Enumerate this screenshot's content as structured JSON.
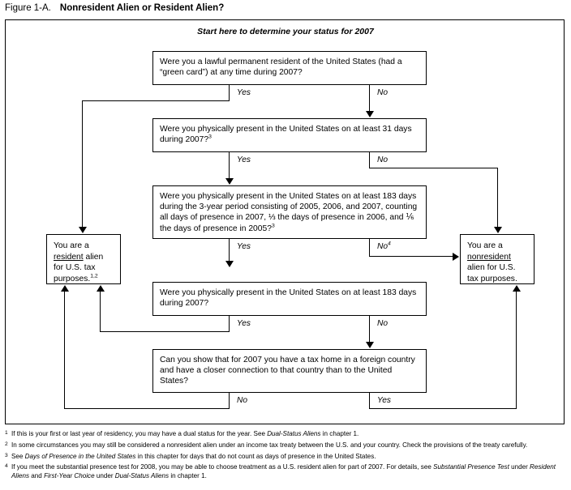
{
  "caption": {
    "number": "Figure 1-A.",
    "title": "Nonresident Alien or Resident Alien?"
  },
  "start_note": "Start here to determine your status for 2007",
  "boxes": {
    "q1": {
      "id": "green-card-question",
      "text": "Were you a lawful permanent resident of the United States (had a “green card”) at any time during 2007?",
      "yes": "Yes",
      "no": "No"
    },
    "q2": {
      "id": "31-days-question",
      "text": "Were you physically present in the United States on at least 31 days during 2007?",
      "footnote_ref": "3",
      "yes": "Yes",
      "no": "No"
    },
    "q3": {
      "id": "183-days-3-year-question",
      "text": "Were you physically present in the United States on at least 183 days during the 3-year period consisting of 2005, 2006, and 2007, counting all days of presence in 2007, ⅓ the days of presence in 2006, and ⅙ the days of presence in 2005?",
      "footnote_ref": "3",
      "yes": "Yes",
      "no": "No",
      "no_footnote_ref": "4"
    },
    "q4": {
      "id": "183-days-2007-question",
      "text": "Were you physically present in the United States on at least 183 days during 2007?",
      "yes": "Yes",
      "no": "No"
    },
    "q5": {
      "id": "tax-home-closer-connection-question",
      "text": "Can you show that for 2007 you have a tax home in a foreign country and have a closer connection to that country than to the United States?",
      "no": "No",
      "yes": "Yes"
    },
    "resident": {
      "id": "resident-alien-outcome",
      "line1": "You are a",
      "emphasis": "resident",
      "line2_rest": " alien",
      "line3": "for U.S. tax",
      "line4": "purposes.",
      "footnote_ref": "1,2"
    },
    "nonresident": {
      "id": "nonresident-alien-outcome",
      "line1": "You are a",
      "emphasis": "nonresident",
      "line2_rest": "",
      "line3": "alien for U.S.",
      "line4": "tax purposes."
    }
  },
  "footnotes": [
    {
      "marker": "1",
      "parts": [
        {
          "t": "If this is your first or last year of residency, you may have a dual status for the year. See ",
          "i": false
        },
        {
          "t": "Dual-Status Aliens",
          "i": true
        },
        {
          "t": " in chapter 1.",
          "i": false
        }
      ]
    },
    {
      "marker": "2",
      "parts": [
        {
          "t": "In some circumstances you may still be considered a nonresident alien under an income tax treaty between the U.S. and your country. Check the provisions of the treaty carefully.",
          "i": false
        }
      ]
    },
    {
      "marker": "3",
      "parts": [
        {
          "t": "See ",
          "i": false
        },
        {
          "t": "Days of Presence in the United States",
          "i": true
        },
        {
          "t": " in this chapter for days that do not count as days of presence in the United States.",
          "i": false
        }
      ]
    },
    {
      "marker": "4",
      "parts": [
        {
          "t": "If you meet the substantial presence test for 2008, you may be able to choose treatment as a U.S. resident alien for part of 2007. For details, see ",
          "i": false
        },
        {
          "t": "Substantial Presence Test",
          "i": true
        },
        {
          "t": " under ",
          "i": false
        },
        {
          "t": "Resident Aliens",
          "i": true
        },
        {
          "t": " and ",
          "i": false
        },
        {
          "t": "First-Year Choice",
          "i": true
        },
        {
          "t": " under ",
          "i": false
        },
        {
          "t": "Dual-Status Aliens",
          "i": true
        },
        {
          "t": " in chapter 1.",
          "i": false
        }
      ]
    }
  ],
  "colors": {
    "ink": "#000000",
    "paper": "#ffffff"
  }
}
